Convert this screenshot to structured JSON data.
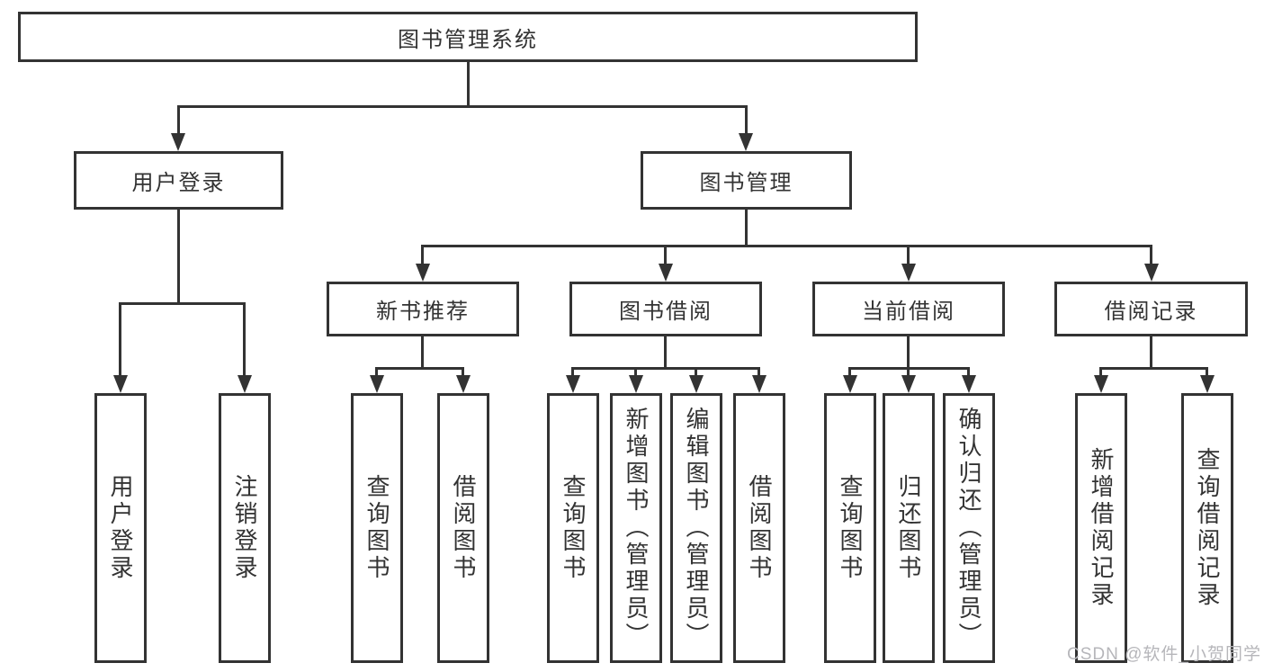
{
  "tree": {
    "root": "图书管理系统",
    "level2": [
      {
        "label": "用户登录",
        "children": [
          "用户登录",
          "注销登录"
        ]
      },
      {
        "label": "图书管理",
        "sections": [
          {
            "label": "新书推荐",
            "children": [
              "查询图书",
              "借阅图书"
            ]
          },
          {
            "label": "图书借阅",
            "children": [
              "查询图书",
              "新增图书（管理员）",
              "编辑图书（管理员）",
              "借阅图书"
            ]
          },
          {
            "label": "当前借阅",
            "children": [
              "查询图书",
              "归还图书",
              "确认归还（管理员）"
            ]
          },
          {
            "label": "借阅记录",
            "children": [
              "新增借阅记录",
              "查询借阅记录"
            ]
          }
        ]
      }
    ]
  },
  "watermark": {
    "text": "CSDN @软件_小贺同学"
  },
  "colors": {
    "line": "#333333",
    "box_border": "#333333",
    "text": "#333333",
    "background": "#ffffff",
    "watermark": "#b6b6ba"
  }
}
